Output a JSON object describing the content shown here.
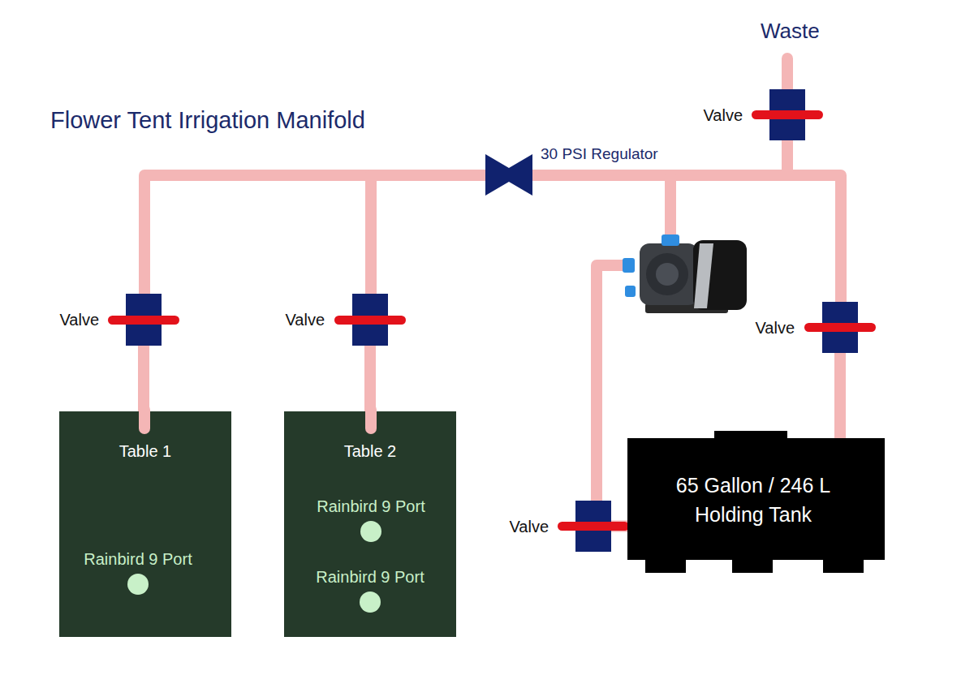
{
  "diagram": {
    "title": "Flower Tent Irrigation Manifold",
    "nodes": [
      {
        "text": [
          "Valve"
        ]
      },
      {
        "text": [
          "30 PSI Regulator"
        ]
      },
      {
        "text": [
          "Valve"
        ]
      },
      {
        "text": [
          "Valve"
        ]
      },
      {
        "text": [
          "Valve"
        ]
      },
      {
        "text": [
          "Table 1"
        ]
      },
      {
        "text": [
          "Rainbird 9 Port"
        ],
        "in": 5
      },
      {
        "text": [
          "Table 2"
        ]
      },
      {
        "text": [
          "Rainbird 9 Port"
        ],
        "in": 7
      },
      {
        "text": [
          "Rainbird 9 Port"
        ],
        "in": 7
      },
      {
        "text": [
          "Valve"
        ]
      },
      {
        "text": [
          "65 Gallon / 246 L Holding Tank"
        ]
      }
    ],
    "edges": [
      {
        "from": 1,
        "to": 2,
        "arrow": "none"
      },
      {
        "from": 1,
        "to": 3,
        "arrow": "none"
      },
      {
        "from": 2,
        "to": 5,
        "arrow": "none"
      },
      {
        "from": 3,
        "to": 7,
        "arrow": "none"
      },
      {
        "from": 1,
        "to": 0,
        "arrow": "none"
      },
      {
        "from": 1,
        "to": 4,
        "arrow": "none"
      },
      {
        "from": 4,
        "to": 11,
        "arrow": "none"
      },
      {
        "from": 10,
        "to": 11,
        "arrow": "none"
      }
    ],
    "labels": [
      "Waste"
    ]
  }
}
